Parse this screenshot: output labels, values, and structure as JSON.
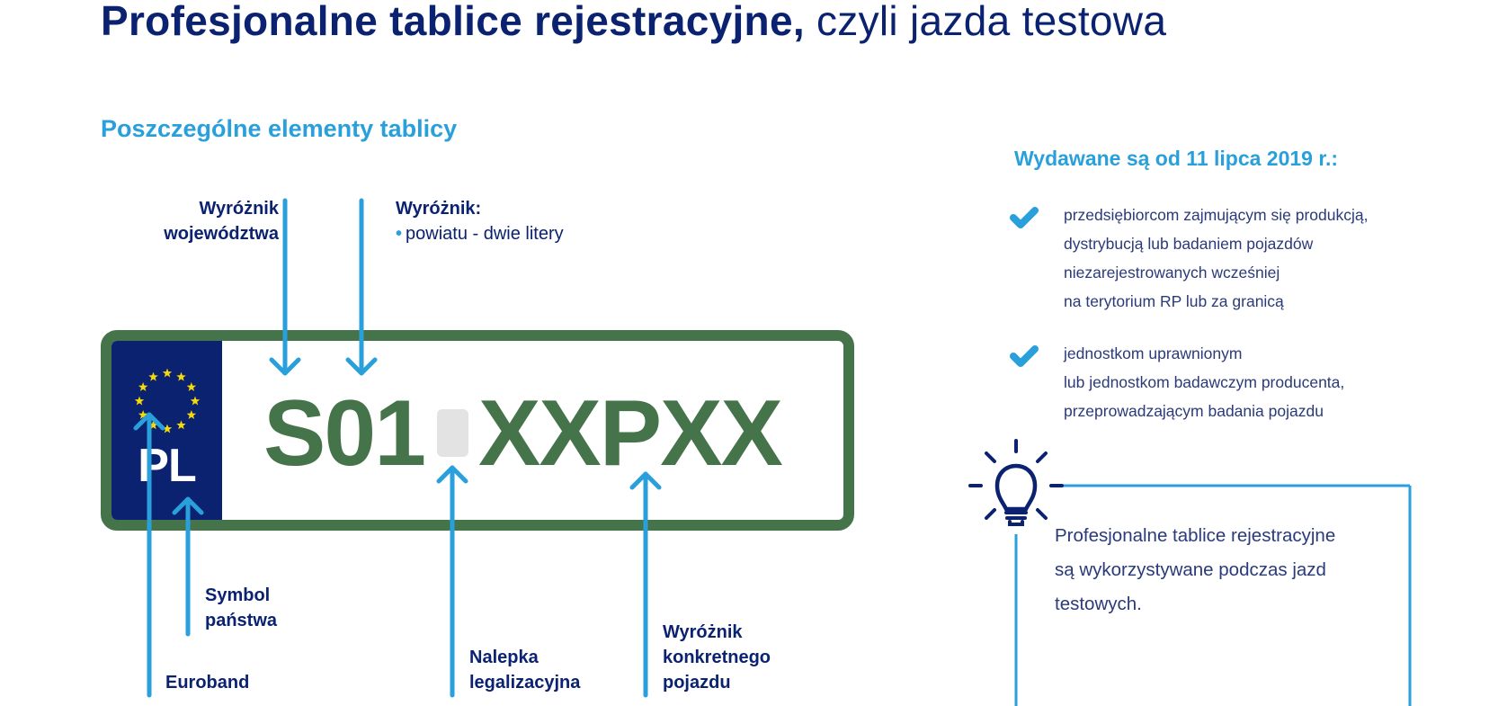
{
  "header": {
    "title_bold": "Profesjonalne tablice rejestracyjne,",
    "title_light": " czyli jazda testowa"
  },
  "diagram": {
    "section_title": "Poszczególne elementy tablicy",
    "labels": {
      "voivodeship": [
        "Wyróżnik",
        "województwa"
      ],
      "district_heading": "Wyróżnik:",
      "district_bullet": "powiatu - dwie litery",
      "country_symbol": [
        "Symbol",
        "państwa"
      ],
      "euroband": "Euroband",
      "sticker": [
        "Nalepka",
        "legalizacyjna"
      ],
      "vehicle": [
        "Wyróżnik",
        "konkretnego",
        "pojazdu"
      ]
    },
    "plate": {
      "country_code": "PL",
      "prefix": "S01",
      "suffix": "XXPXX",
      "colors": {
        "border": "#46744a",
        "euroband": "#0a2270",
        "stars": "#f5d90a",
        "sticker": "#e3e3e3"
      }
    },
    "arrow_color": "#29a0db"
  },
  "info": {
    "title": "Wydawane są od 11 lipca 2019 r.:",
    "items": [
      {
        "icon": "check-icon",
        "lines": [
          "przedsiębiorcom zajmującym się produkcją,",
          "dystrybucją lub badaniem pojazdów",
          "niezarejestrowanych wcześniej",
          "na terytorium RP lub za granicą"
        ]
      },
      {
        "icon": "check-icon",
        "lines": [
          "jednostkom uprawnionym",
          "lub  jednostkom badawczym producenta,",
          "przeprowadzającym badania pojazdu"
        ]
      }
    ],
    "note": {
      "icon": "lightbulb-icon",
      "lines": [
        "Profesjonalne tablice rejestracyjne",
        "są wykorzystywane podczas jazd",
        "testowych."
      ]
    }
  }
}
